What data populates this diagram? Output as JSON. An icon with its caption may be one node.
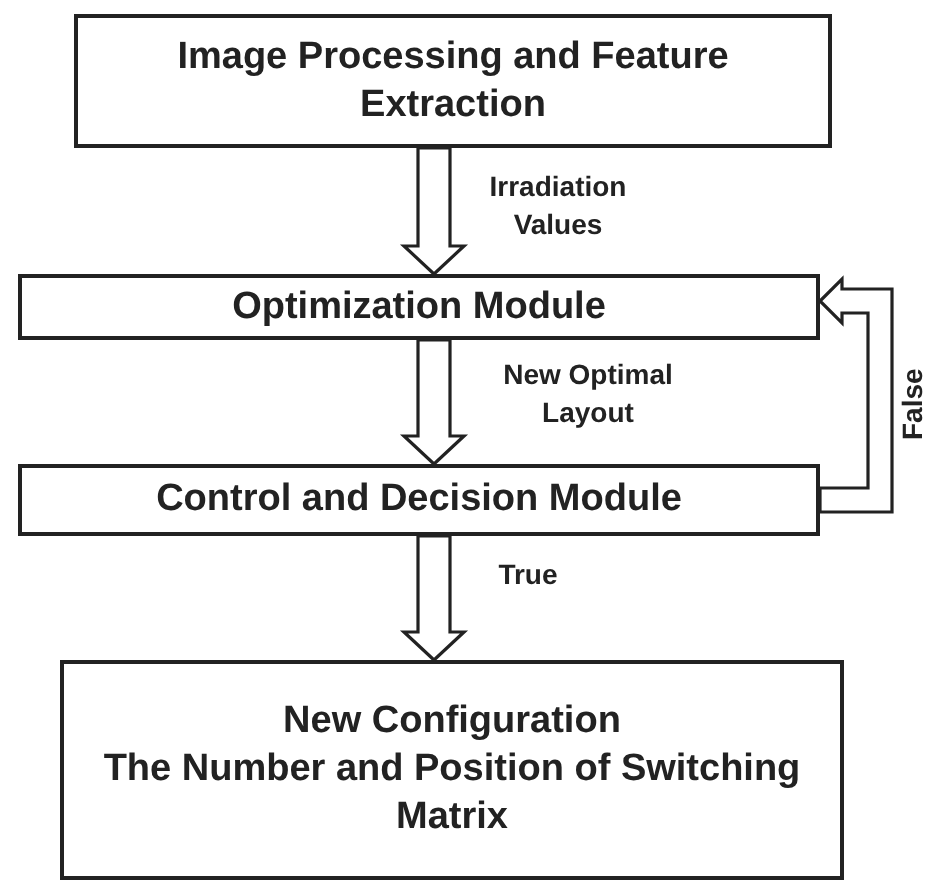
{
  "diagram": {
    "nodes": [
      {
        "text": [
          "Image Processing and Feature Extraction"
        ]
      },
      {
        "text": [
          "Optimization Module"
        ]
      },
      {
        "text": [
          "Control and Decision Module"
        ]
      },
      {
        "text": [
          "New Configuration",
          "The Number and Position of Switching Matrix"
        ]
      }
    ],
    "edges": [
      {
        "from": 0,
        "to": 1,
        "arrow": "to",
        "label": "Irradiation Values"
      },
      {
        "from": 1,
        "to": 2,
        "arrow": "to",
        "label": "New Optimal Layout"
      },
      {
        "from": 2,
        "to": 1,
        "arrow": "to",
        "label": "False"
      },
      {
        "from": 2,
        "to": 3,
        "arrow": "to",
        "label": "True"
      }
    ]
  }
}
